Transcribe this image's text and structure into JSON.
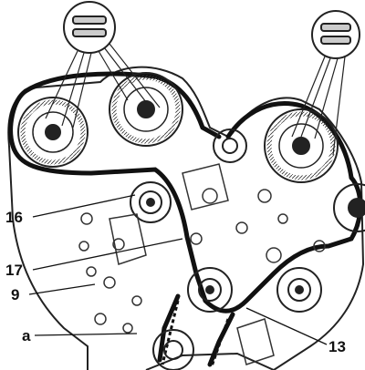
{
  "figure": {
    "callouts": [
      {
        "id": "16",
        "label": "16"
      },
      {
        "id": "17",
        "label": "17"
      },
      {
        "id": "9",
        "label": "9"
      },
      {
        "id": "a",
        "label": "a"
      },
      {
        "id": "13",
        "label": "13"
      }
    ]
  }
}
